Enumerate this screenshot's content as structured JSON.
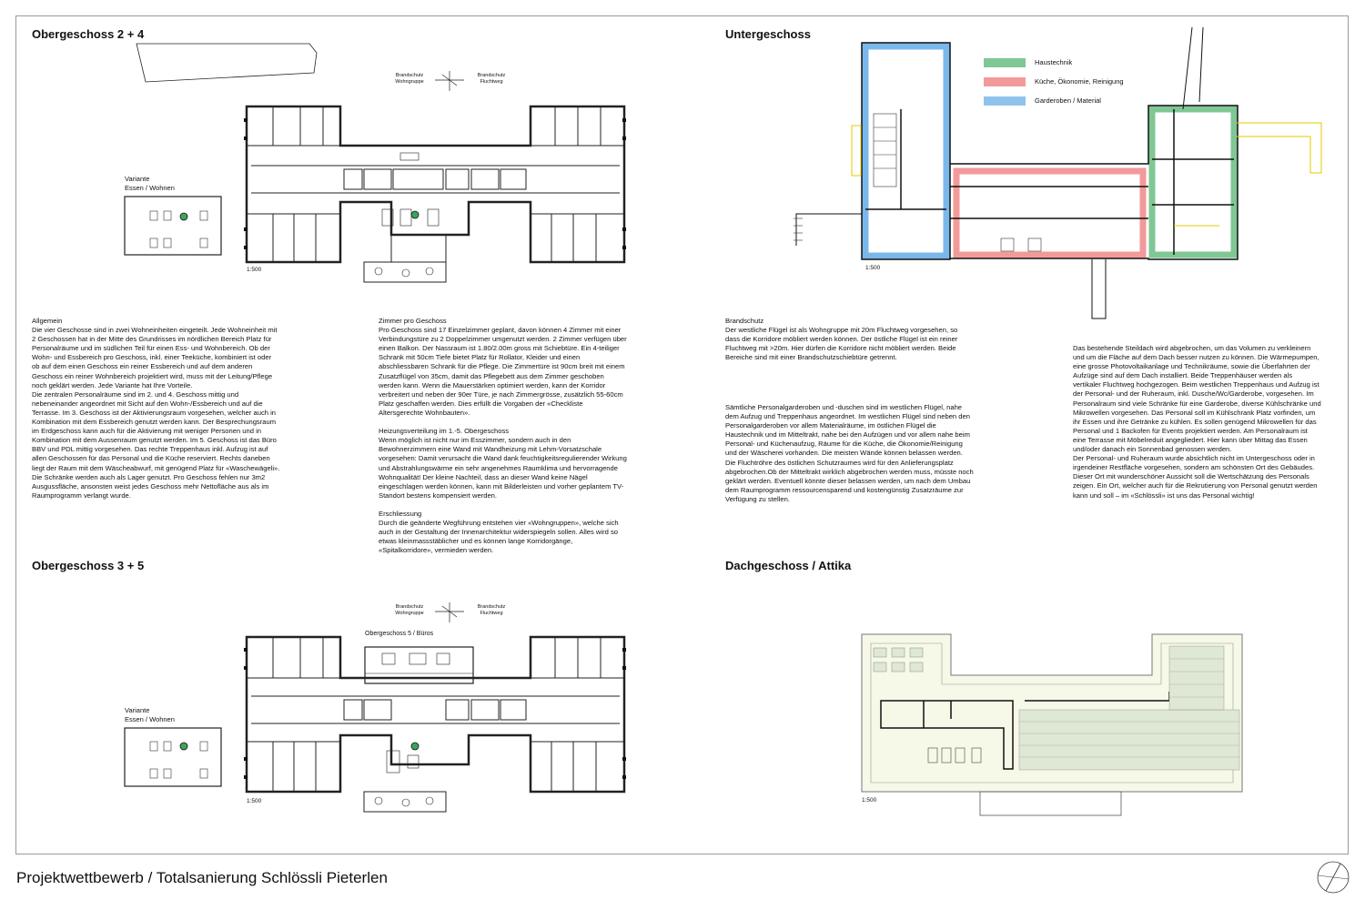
{
  "footer": {
    "title": "Projektwettbewerb / Totalsanierung Schlössli Pieterlen"
  },
  "sections": {
    "og24": {
      "title": "Obergeschoss 2 + 4",
      "variant_line1": "Variante",
      "variant_line2": "Essen / Wohnen",
      "scale": "1:500"
    },
    "og35": {
      "title": "Obergeschoss 3 + 5",
      "variant_line1": "Variante",
      "variant_line2": "Essen / Wohnen",
      "scale": "1:500",
      "inset_label": "Obergeschoss 5 / Büros"
    },
    "ug": {
      "title": "Untergeschoss",
      "scale": "1:500"
    },
    "dg": {
      "title": "Dachgeschoss / Attika",
      "scale": "1:500"
    }
  },
  "compass": {
    "brandschutz_wohngruppe_1": "Brandschutz",
    "brandschutz_wohngruppe_2": "Wohngruppe",
    "brandschutz_fluchtweg_1": "Brandschutz",
    "brandschutz_fluchtweg_2": "Fluchtweg"
  },
  "legend": [
    {
      "label": "Haustechnik",
      "color": "#7fc795"
    },
    {
      "label": "Küche, Ökonomie, Reinigung",
      "color": "#f29a9a"
    },
    {
      "label": "Garderoben / Material",
      "color": "#8fc3ee"
    }
  ],
  "texts": {
    "allgemein": "Allgemein\nDie vier Geschosse sind in zwei Wohneinheiten eingeteilt. Jede Wohneinheit mit\n2 Geschossen hat in der Mitte des Grundrisses im nördlichen Bereich Platz für\nPersonalräume und im südlichen Teil für einen Ess- und Wohnbereich. Ob der\nWohn- und Essbereich pro Geschoss, inkl. einer Teeküche, kombiniert ist oder\nob auf dem einen Geschoss ein reiner Essbereich und auf dem anderen\nGeschoss ein reiner Wohnbereich projektiert wird, muss mit der Leitung/Pflege\nnoch geklärt werden. Jede Variante hat Ihre Vorteile.\nDie zentralen Personalräume sind im 2. und 4. Geschoss mittig und\nnebeneinander angeordnet mit Sicht auf den Wohn-/Essbereich und auf die\nTerrasse. Im 3. Geschoss ist der Aktivierungsraum vorgesehen, welcher auch in\nKombination mit dem Essbereich genutzt werden kann. Der Besprechungsraum\nim Erdgeschoss kann auch für die Aktivierung mit weniger Personen und in\nKombination mit dem Aussenraum genutzt werden. Im 5. Geschoss ist das Büro\nBBV und PDL mittig vorgesehen. Das rechte Treppenhaus inkl. Aufzug ist auf\nallen Geschossen für das Personal und die Küche reserviert. Rechts daneben\nliegt der Raum mit dem Wäscheabwurf, mit genügend Platz für «Waschewägeli».\nDie Schränke werden auch als Lager genutzt. Pro Geschoss fehlen nur 3m2\nAusgussfläche, ansonsten weist jedes Geschoss mehr Nettofläche aus als im\nRaumprogramm verlangt wurde.",
    "zimmer": "Zimmer pro Geschoss\nPro Geschoss sind 17 Einzelzimmer geplant, davon können 4 Zimmer mit einer\nVerbindungstüre zu 2 Doppelzimmer umgenutzt werden. 2 Zimmer verfügen über\neinen Balkon. Der Nassraum ist 1.80/2.00m gross mit Schiebtüre. Ein 4-teiliger\nSchrank mit 50cm Tiefe bietet Platz für Rollator, Kleider und einen\nabschliessbaren Schrank für die Pflege. Die Zimmertüre ist 90cm breit mit einem\nZusatzflügel von 35cm, damit das Pflegebett aus dem Zimmer geschoben\nwerden kann. Wenn die Mauerstärken optimiert werden, kann der Korridor\nverbreitert und neben der 90er Türe, je nach Zimmergrösse, zusätzlich 55-60cm\nPlatz geschaffen werden. Dies erfüllt die Vorgaben der «Checkliste\nAltersgerechte Wohnbauten».\n\nHeizungsverteilung im 1.-5. Obergeschoss\nWenn möglich ist nicht nur im Esszimmer, sondern auch in den\nBewohnerzimmern eine Wand mit Wandheizung mit Lehm-Vorsatzschale\nvorgesehen: Damit verursacht die Wand dank feuchtigkeitsregulierender Wirkung\nund Abstrahlungswärme ein sehr angenehmes Raumklima und hervorragende\nWohnqualität! Der kleine Nachteil, dass an dieser Wand keine Nägel\neingeschlagen werden können, kann mit Bilderleisten und vorher geplantem TV-\nStandort bestens kompensiert werden.\n\nErschliessung\nDurch die geänderte Wegführung entstehen vier «Wohngruppen», welche sich\nauch in der Gestaltung der Innenarchitektur widerspiegeln sollen. Alles wird so\netwas kleinmassstäblicher und es können lange Korridorgänge,\n«Spitalkorridore», vermieden werden.",
    "brandschutz": "Brandschutz\nDer westliche Flügel ist als Wohngruppe mit 20m Fluchtweg vorgesehen, so\ndass die Korridore möbliert werden können. Der östliche Flügel ist ein reiner\nFluchtweg mit >20m. Hier dürfen die Korridore nicht möbliert werden. Beide\nBereiche sind mit einer Brandschutzschiebtüre getrennt.",
    "personal": "Sämtliche Personalgarderoben und -duschen sind im westlichen Flügel, nahe\ndem Aufzug und Treppenhaus angeordnet. Im westlichen Flügel sind neben den\nPersonalgarderoben vor allem Materialräume, im östlichen Flügel die\nHaustechnik und im Mitteltrakt, nahe bei den Aufzügen und vor allem nahe beim\nPersonal- und Küchenaufzug, Räume für die Küche, die Ökonomie/Reinigung\nund der Wäscherei vorhanden. Die meisten Wände können belassen werden.\nDie Fluchtröhre des östlichen Schutzraumes wird für den Anlieferungsplatz\nabgebrochen.Ob der Mitteltrakt wirklich abgebrochen werden muss, müsste noch\ngeklärt werden. Eventuell könnte dieser belassen werden, um nach dem Umbau\ndem Raumprogramm ressourcensparend und kostengünstig Zusatzräume zur\nVerfügung zu stellen.",
    "dach": "Das bestehende Steildach wird abgebrochen, um das Volumen zu verkleinern\nund um die Fläche auf dem Dach besser nutzen zu können. Die Wärmepumpen,\neine grosse Photovoltaikanlage und Technikräume, sowie die Überfahrten der\nAufzüge sind auf dem Dach installiert. Beide Treppenhäuser werden als\nvertikaler Fluchtweg hochgezogen. Beim westlichen Treppenhaus und Aufzug ist\nder Personal- und der Ruheraum, inkl. Dusche/Wc/Garderobe, vorgesehen. Im\nPersonalraum sind viele Schränke für eine Garderobe, diverse Kühlschränke und\nMikrowellen vorgesehen. Das Personal soll im Kühlschrank Platz vorfinden, um\nihr Essen und ihre Getränke zu kühlen. Es sollen genügend Mikrowellen für das\nPersonal und 1 Backofen für Events projektiert werden. Am Personalraum ist\neine Terrasse mit Möbelreduit angegliedert. Hier kann über Mittag das Essen\nund/oder danach ein Sonnenbad genossen werden.\nDer Personal- und Ruheraum wurde absichtlich nicht im Untergeschoss oder in\nirgendeiner Restfläche vorgesehen, sondern am schönsten Ort des Gebäudes.\nDieser Ort mit wunderschöner Aussicht soll die Wertschätzung des Personals\nzeigen. Ein Ort, welcher auch für die Rekrutierung von Personal genutzt werden\nkann und soll – im «Schlössli» ist uns das Personal wichtig!"
  }
}
